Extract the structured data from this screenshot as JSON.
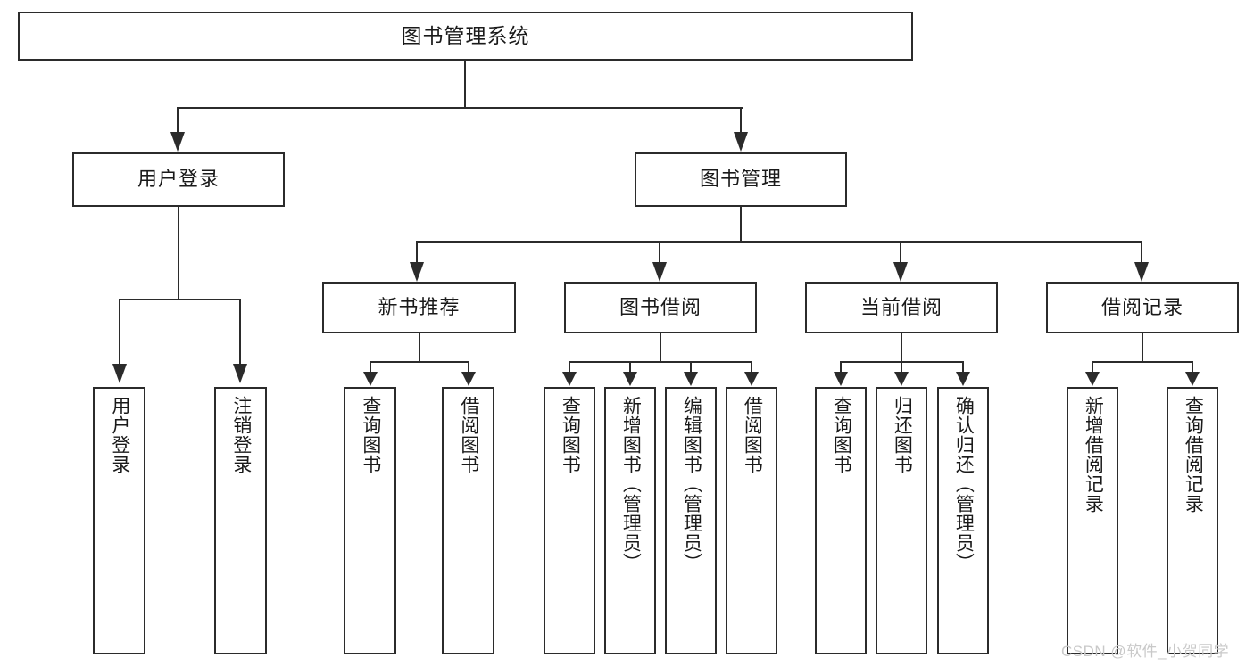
{
  "diagram": {
    "type": "hierarchy-tree",
    "title_node": {
      "label": "图书管理系统"
    },
    "level1": [
      {
        "label": "用户登录"
      },
      {
        "label": "图书管理"
      }
    ],
    "level2": [
      {
        "label": "新书推荐"
      },
      {
        "label": "图书借阅"
      },
      {
        "label": "当前借阅"
      },
      {
        "label": "借阅记录"
      }
    ],
    "leaves": {
      "user_login": [
        {
          "label": "用户登录"
        },
        {
          "label": "注销登录"
        }
      ],
      "new_book": [
        {
          "label": "查询图书"
        },
        {
          "label": "借阅图书"
        }
      ],
      "borrow_book": [
        {
          "label": "查询图书"
        },
        {
          "label": "新增图书（管理员）"
        },
        {
          "label": "编辑图书（管理员）"
        },
        {
          "label": "借阅图书"
        }
      ],
      "current_borrow": [
        {
          "label": "查询图书"
        },
        {
          "label": "归还图书"
        },
        {
          "label": "确认归还（管理员）"
        }
      ],
      "borrow_record": [
        {
          "label": "新增借阅记录"
        },
        {
          "label": "查询借阅记录"
        }
      ]
    }
  },
  "watermark": {
    "text": "CSDN @软件_小贺同学"
  },
  "colors": {
    "box_border": "#2b2b2b",
    "box_fill": "#ffffff",
    "text": "#1a1a1a",
    "watermark": "#c9c9c9",
    "background": "#ffffff"
  }
}
